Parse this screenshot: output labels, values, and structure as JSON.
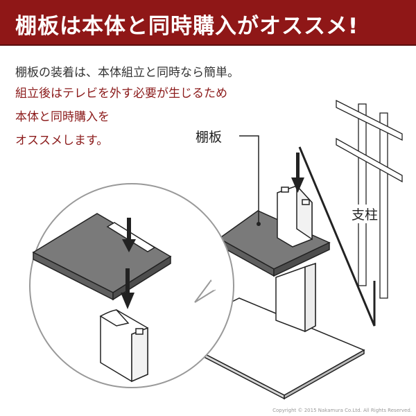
{
  "banner": {
    "title": "棚板は本体と同時購入がオススメ!",
    "color": "#8f1717"
  },
  "description": {
    "line1": "棚板の装着は、本体組立と同時なら簡単。",
    "line2": "組立後はテレビを外す必要が生じるため",
    "line3": "本体と同時購入を",
    "line4": "オススメします。"
  },
  "labels": {
    "shelf": "棚板",
    "pillar": "支柱"
  },
  "footer": {
    "copyright": "Copyright © 2015 Nakamura Co.Ltd. All Rights Reserved."
  }
}
